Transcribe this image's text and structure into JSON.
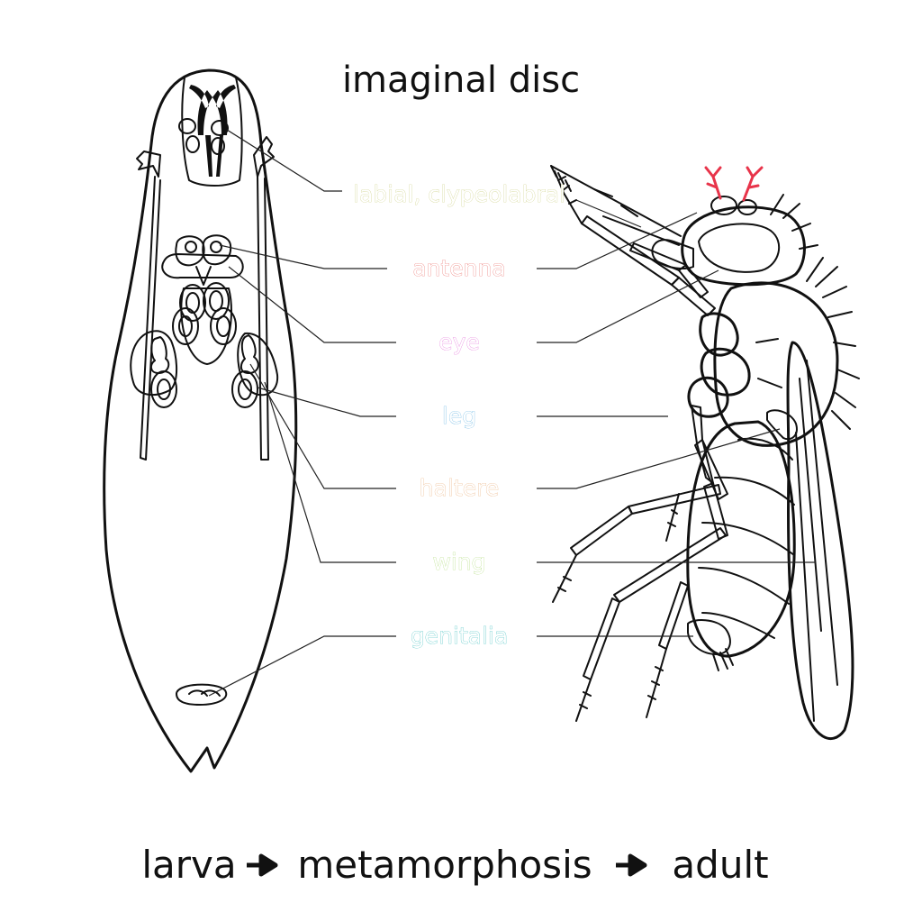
{
  "title": "imaginal disc",
  "caption": {
    "left": "larva",
    "middle": "metamorphosis",
    "right": "adult",
    "arrow_icon": "right-arrow-icon"
  },
  "labels": [
    {
      "key": "labial",
      "text": "labial, clypeolabral",
      "color": "#c8cc7a"
    },
    {
      "key": "antenna",
      "text": "antenna",
      "color": "#e8605a"
    },
    {
      "key": "eye",
      "text": "eye",
      "color": "#e066d6"
    },
    {
      "key": "leg",
      "text": "leg",
      "color": "#4ea8de"
    },
    {
      "key": "haltere",
      "text": "haltere",
      "color": "#e8a870"
    },
    {
      "key": "wing",
      "text": "wing",
      "color": "#a8d870"
    },
    {
      "key": "genitalia",
      "text": "genitalia",
      "color": "#2ab8b8"
    }
  ],
  "colors": {
    "labial": "#f2f09a",
    "antenna": "#ef6b62",
    "eye": "#f08cf0",
    "leg": "#5ab4e8",
    "haltere": "#f7c08a",
    "wing": "#c9f2a0",
    "genitalia": "#3cc9c9",
    "fly_eye_red": "#e8344a"
  }
}
